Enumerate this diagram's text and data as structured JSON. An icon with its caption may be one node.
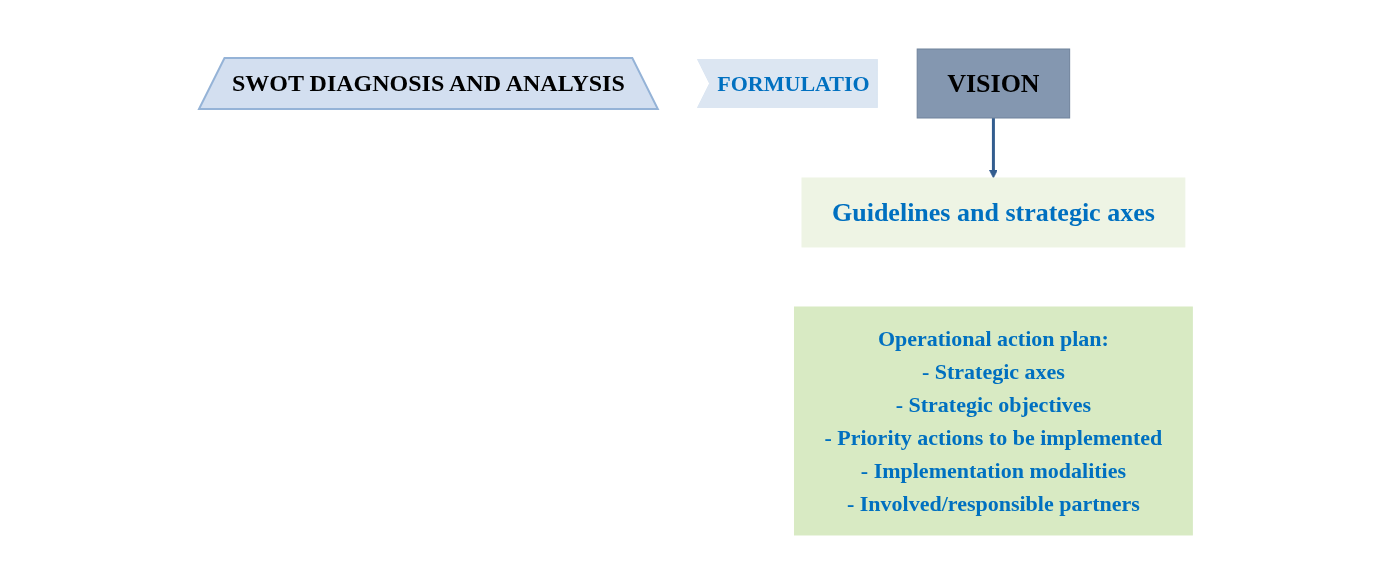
{
  "diagram": {
    "nodes": [
      {
        "text": [
          "SWOT DIAGNOSIS AND ANALYSIS"
        ]
      },
      {
        "text": [
          "FORMULATIO"
        ]
      },
      {
        "text": [
          "VISION"
        ]
      },
      {
        "text": [
          "Guidelines and strategic axes"
        ]
      },
      {
        "text": [
          "Operational action plan:",
          "- Strategic axes",
          "- Strategic objectives",
          "- Priority actions to be implemented",
          "- Implementation modalities",
          "- Involved/responsible partners"
        ]
      }
    ],
    "edges": [
      {
        "from": 2,
        "to": 3,
        "arrow": "to"
      }
    ]
  }
}
